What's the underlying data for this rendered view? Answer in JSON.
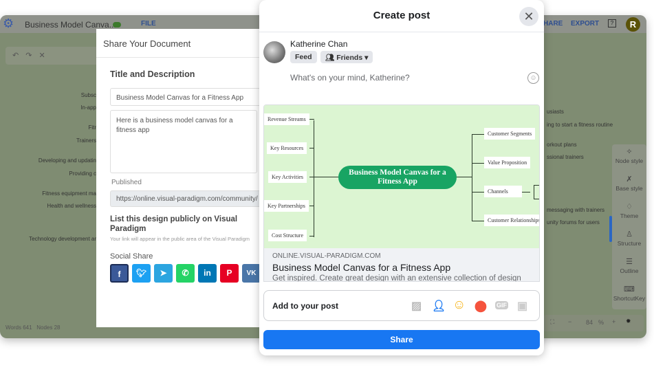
{
  "app": {
    "doc_title": "Business Model Canva...",
    "file_menu": "FILE",
    "share_menu": "HARE",
    "export_menu": "EXPORT",
    "avatar_letter": "R",
    "canvas_left": [
      "Subsc",
      "In-app",
      "Fitr",
      "Trainers",
      "Developing and updatin",
      "Providing c",
      "Fitness equipment ma",
      "Health and wellness",
      "Technology development ar"
    ],
    "canvas_right": [
      "usiasts",
      "ing to start a fitness routine",
      "orkout plans",
      "ssional trainers",
      "messaging with trainers",
      "unity forums for users"
    ],
    "side_panel": [
      {
        "label": "Node style",
        "icon": "node-style-icon"
      },
      {
        "label": "Base style",
        "icon": "magic-wand-icon"
      },
      {
        "label": "Theme",
        "icon": "shirt-icon"
      },
      {
        "label": "Structure",
        "icon": "structure-icon"
      },
      {
        "label": "Outline",
        "icon": "outline-icon"
      },
      {
        "label": "ShortcutKey",
        "icon": "keyboard-icon"
      }
    ],
    "status": {
      "words": "Words 641",
      "nodes": "Nodes 28"
    },
    "zoom": {
      "minus": "−",
      "value": "84",
      "unit": "%",
      "plus": "+"
    }
  },
  "share_doc": {
    "title": "Share Your Document",
    "section_title": "Title and Description",
    "title_value": "Business Model Canvas for a Fitness App",
    "description_value": "Here is a business model canvas for a fitness app",
    "published_label": "Published",
    "published_url": "https://online.visual-paradigm.com/community/",
    "list_title": "List this design publicly on Visual Paradigm",
    "list_hint": "Your link will appear in the public area of the Visual Paradigm",
    "social_label": "Social Share",
    "social": [
      {
        "name": "facebook",
        "glyph": "f",
        "color": "#3b5998"
      },
      {
        "name": "twitter",
        "glyph": "t",
        "color": "#1da1f2"
      },
      {
        "name": "telegram",
        "glyph": "➤",
        "color": "#2ca5e0"
      },
      {
        "name": "whatsapp",
        "glyph": "✆",
        "color": "#25d366"
      },
      {
        "name": "linkedin",
        "glyph": "in",
        "color": "#0077b5"
      },
      {
        "name": "pinterest",
        "glyph": "P",
        "color": "#e60023"
      },
      {
        "name": "vk",
        "glyph": "VK",
        "color": "#4a76a8"
      }
    ]
  },
  "post": {
    "title": "Create post",
    "user": "Katherine Chan",
    "audience_feed": "Feed",
    "audience_friends": "Friends ▾",
    "placeholder": "What's on your mind, Katherine?",
    "mindmap": {
      "central": "Business Model Canvas for a Fitness App",
      "left": [
        "Revenue Streams",
        "Key Resources",
        "Key Activities",
        "Key Partnerships",
        "Cost Structure"
      ],
      "right": [
        "Customer Segments",
        "Value Proposition",
        "Channels",
        "Customer Relationships"
      ]
    },
    "link": {
      "domain": "ONLINE.VISUAL-PARADIGM.COM",
      "title": "Business Model Canvas for a Fitness App",
      "desc": "Get inspired. Create great design with an extensive collection of design"
    },
    "add_label": "Add to your post",
    "gif": "GIF",
    "share_button": "Share",
    "accent": "#1877f2"
  }
}
